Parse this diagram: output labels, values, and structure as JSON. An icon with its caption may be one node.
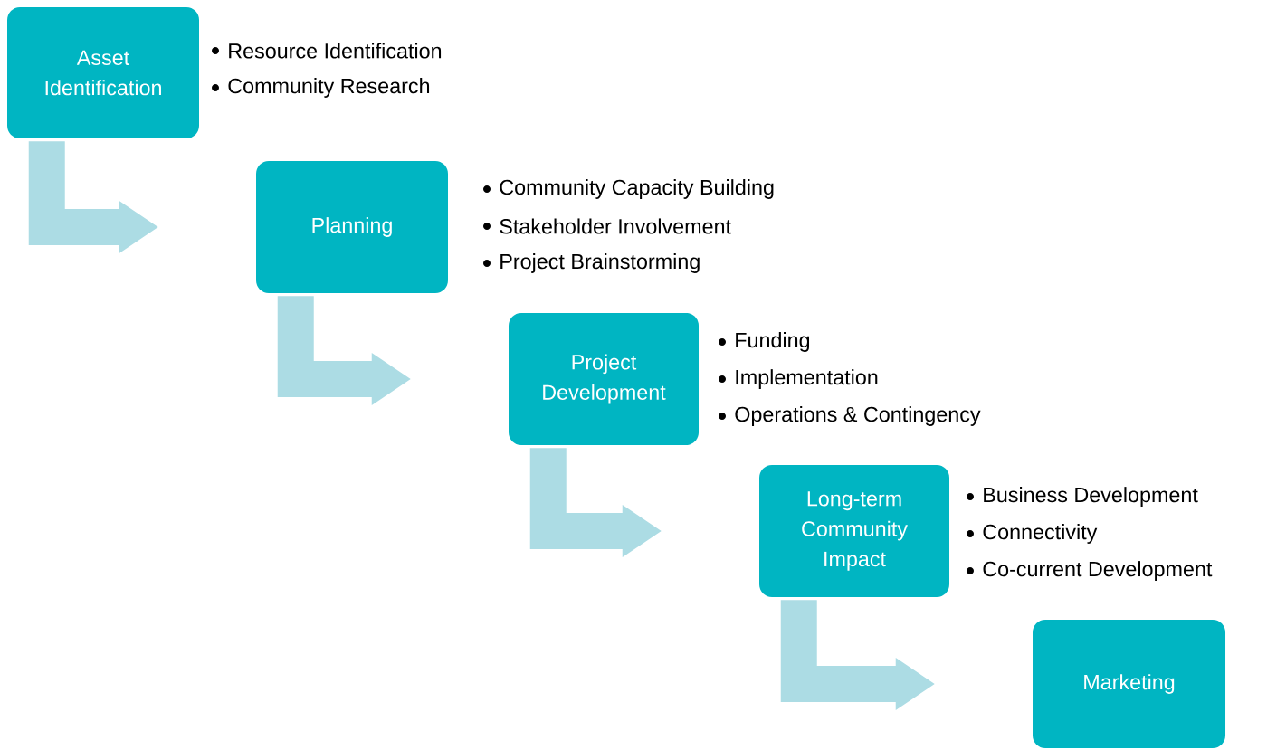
{
  "diagram": {
    "nodes": [
      {
        "text": [
          "Asset Identification"
        ],
        "beside": [
          "Resource Identification",
          "Community Research"
        ]
      },
      {
        "text": [
          "Planning"
        ],
        "beside": [
          "Community Capacity Building",
          "Stakeholder Involvement",
          "Project Brainstorming"
        ]
      },
      {
        "text": [
          "Project Development"
        ],
        "beside": [
          "Funding",
          "Implementation",
          "Operations & Contingency"
        ]
      },
      {
        "text": [
          "Long-term Community Impact"
        ],
        "beside": [
          "Business Development",
          "Connectivity",
          "Co-current Development"
        ]
      },
      {
        "text": [
          "Marketing"
        ]
      }
    ],
    "edges": [
      {
        "from": 0,
        "to": 1,
        "arrow": "to"
      },
      {
        "from": 1,
        "to": 2,
        "arrow": "to"
      },
      {
        "from": 2,
        "to": 3,
        "arrow": "to"
      },
      {
        "from": 3,
        "to": 4,
        "arrow": "to"
      }
    ]
  }
}
